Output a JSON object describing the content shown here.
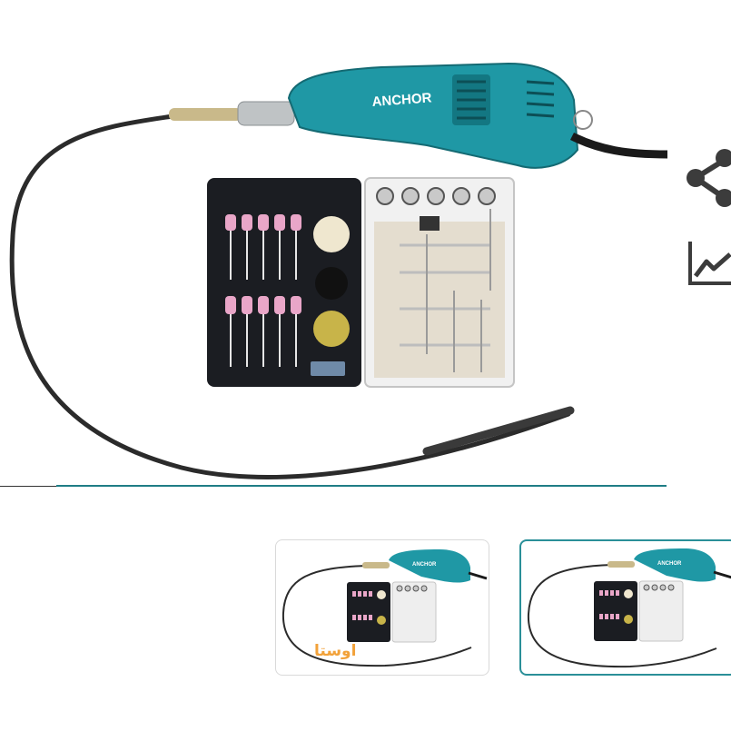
{
  "product": {
    "brand_label": "ANCHOR",
    "accent_color": "#1f98a5",
    "case_color": "#1b1d22"
  },
  "side_actions": [
    {
      "icon": "share-icon"
    },
    {
      "icon": "stats-icon"
    }
  ],
  "thumbnails": [
    {
      "brand_label": "ANCHOR",
      "watermark": "اوستا",
      "selected": false
    },
    {
      "brand_label": "ANCHOR",
      "selected": true
    }
  ]
}
